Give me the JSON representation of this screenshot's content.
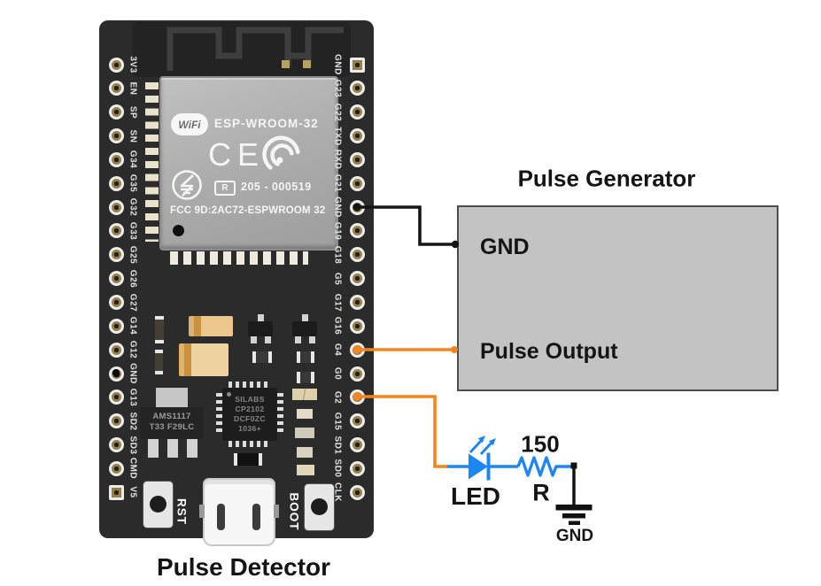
{
  "diagram": {
    "board": {
      "caption": "Pulse Detector",
      "module": {
        "logo_text": "WiFi",
        "name": "ESP-WROOM-32",
        "ce_mark": "CE",
        "r_mark": "R",
        "cert_number": "205 - 000519",
        "fcc_line": "FCC 9D:2AC72-ESPWROOM 32"
      },
      "left_pins": [
        "3V3",
        "EN",
        "SP",
        "SN",
        "G34",
        "G35",
        "G32",
        "G33",
        "G25",
        "G26",
        "G27",
        "G14",
        "G12",
        "GND",
        "G13",
        "SD2",
        "SD3",
        "CMD",
        "V5"
      ],
      "right_pins": [
        "GND",
        "G23",
        "G22",
        "TXD",
        "RXD",
        "G21",
        "GND",
        "G19",
        "G18",
        "G5",
        "G17",
        "G16",
        "G4",
        "G0",
        "G2",
        "G15",
        "SD1",
        "SD0",
        "CLK"
      ],
      "regulator": [
        "AMS1117",
        "T33 F29LC"
      ],
      "usb_bridge": [
        "SILABS",
        "CP2102",
        "DCF0ZC",
        "1036+"
      ],
      "reset_button": "RST",
      "boot_button": "BOOT"
    },
    "generator": {
      "title": "Pulse Generator",
      "gnd_label": "GND",
      "output_label": "Pulse Output"
    },
    "led_circuit": {
      "led_label": "LED",
      "resistor_value": "150",
      "resistor_name": "R",
      "ground_label": "GND"
    },
    "colors": {
      "wire_black": "#151515",
      "wire_orange": "#F5861F",
      "circuit_blue": "#1E86F2",
      "board_dark": "#2B2B2B",
      "shield_gray": "#B5B5B5",
      "generator_box_gray": "#C3C3C3"
    }
  }
}
